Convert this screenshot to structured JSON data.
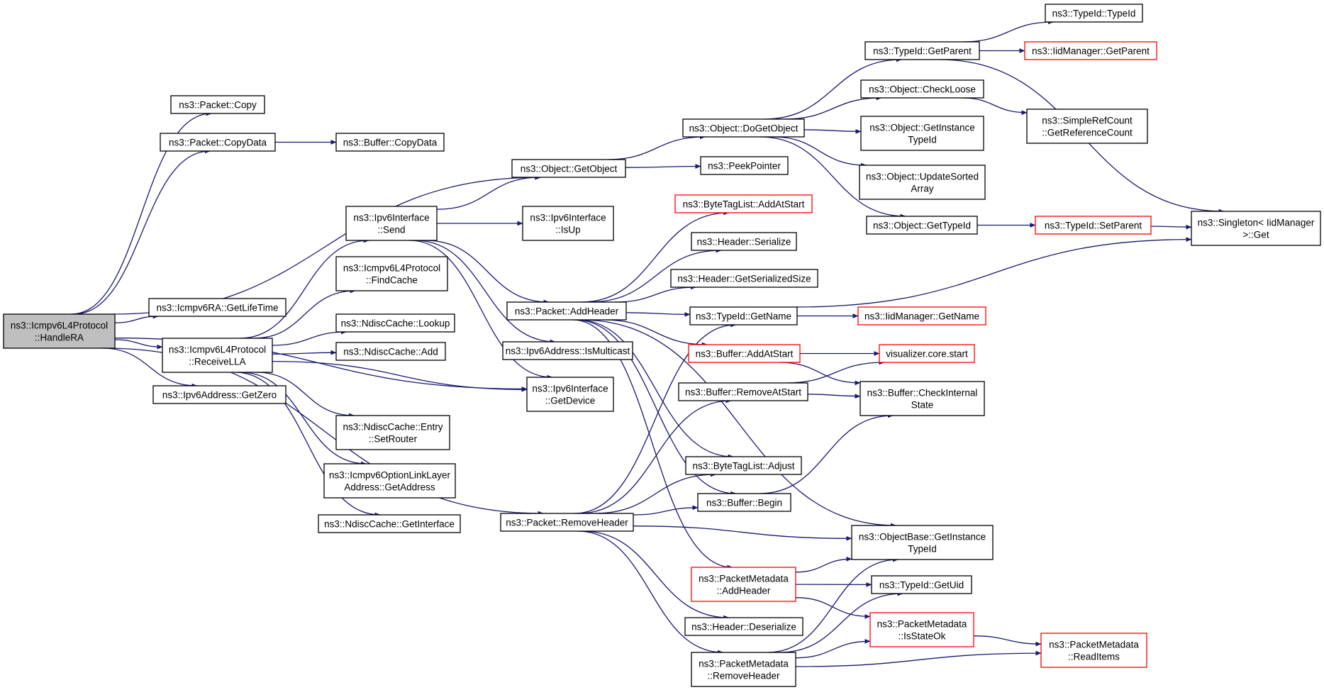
{
  "colors": {
    "edge": "#191970",
    "node_border": "#000000",
    "truncated_border": "#ff0000",
    "root_fill": "#bfbfbf"
  },
  "nodes": [
    {
      "id": "root",
      "lines": [
        "ns3::Icmpv6L4Protocol",
        "::HandleRA"
      ],
      "root": true
    },
    {
      "id": "pcopy",
      "lines": [
        "ns3::Packet::Copy"
      ]
    },
    {
      "id": "pcopydata",
      "lines": [
        "ns3::Packet::CopyData"
      ]
    },
    {
      "id": "bcopydata",
      "lines": [
        "ns3::Buffer::CopyData"
      ]
    },
    {
      "id": "getobject",
      "lines": [
        "ns3::Object::GetObject"
      ]
    },
    {
      "id": "ipv6send",
      "lines": [
        "ns3::Ipv6Interface",
        "::Send"
      ]
    },
    {
      "id": "ipv6isup",
      "lines": [
        "ns3::Ipv6Interface",
        "::IsUp"
      ]
    },
    {
      "id": "findcache",
      "lines": [
        "ns3::Icmpv6L4Protocol",
        "::FindCache"
      ]
    },
    {
      "id": "ralifetime",
      "lines": [
        "ns3::Icmpv6RA::GetLifeTime"
      ]
    },
    {
      "id": "lookup",
      "lines": [
        "ns3::NdiscCache::Lookup"
      ]
    },
    {
      "id": "receivella",
      "lines": [
        "ns3::Icmpv6L4Protocol",
        "::ReceiveLLA"
      ]
    },
    {
      "id": "ndadd",
      "lines": [
        "ns3::NdiscCache::Add"
      ]
    },
    {
      "id": "getzero",
      "lines": [
        "ns3::Ipv6Address::GetZero"
      ]
    },
    {
      "id": "setrouter",
      "lines": [
        "ns3::NdiscCache::Entry",
        "::SetRouter"
      ]
    },
    {
      "id": "optgetaddr",
      "lines": [
        "ns3::Icmpv6OptionLinkLayer",
        "Address::GetAddress"
      ]
    },
    {
      "id": "ndgetif",
      "lines": [
        "ns3::NdiscCache::GetInterface"
      ]
    },
    {
      "id": "paddheader",
      "lines": [
        "ns3::Packet::AddHeader"
      ]
    },
    {
      "id": "ismulticast",
      "lines": [
        "ns3::Ipv6Address::IsMulticast"
      ]
    },
    {
      "id": "getdevice",
      "lines": [
        "ns3::Ipv6Interface",
        "::GetDevice"
      ]
    },
    {
      "id": "premoveheader",
      "lines": [
        "ns3::Packet::RemoveHeader"
      ]
    },
    {
      "id": "dogetobject",
      "lines": [
        "ns3::Object::DoGetObject"
      ]
    },
    {
      "id": "peekpointer",
      "lines": [
        "ns3::PeekPointer"
      ]
    },
    {
      "id": "btladdatstart",
      "lines": [
        "ns3::ByteTagList::AddAtStart"
      ],
      "red": true
    },
    {
      "id": "hserialize",
      "lines": [
        "ns3::Header::Serialize"
      ]
    },
    {
      "id": "hgetsersize",
      "lines": [
        "ns3::Header::GetSerializedSize"
      ]
    },
    {
      "id": "tidgetname",
      "lines": [
        "ns3::TypeId::GetName"
      ]
    },
    {
      "id": "baddatstart",
      "lines": [
        "ns3::Buffer::AddAtStart"
      ],
      "red": true
    },
    {
      "id": "bremoveatstart",
      "lines": [
        "ns3::Buffer::RemoveAtStart"
      ]
    },
    {
      "id": "btladjust",
      "lines": [
        "ns3::ByteTagList::Adjust"
      ]
    },
    {
      "id": "bbegin",
      "lines": [
        "ns3::Buffer::Begin"
      ]
    },
    {
      "id": "pmaddheader",
      "lines": [
        "ns3::PacketMetadata",
        "::AddHeader"
      ],
      "red": true
    },
    {
      "id": "hdeserialize",
      "lines": [
        "ns3::Header::Deserialize"
      ]
    },
    {
      "id": "pmremoveheader",
      "lines": [
        "ns3::PacketMetadata",
        "::RemoveHeader"
      ]
    },
    {
      "id": "tidgetparent",
      "lines": [
        "ns3::TypeId::GetParent"
      ]
    },
    {
      "id": "checkloose",
      "lines": [
        "ns3::Object::CheckLoose"
      ]
    },
    {
      "id": "getinsttypeid",
      "lines": [
        "ns3::Object::GetInstance",
        "TypeId"
      ]
    },
    {
      "id": "updatesorted",
      "lines": [
        "ns3::Object::UpdateSorted",
        "Array"
      ]
    },
    {
      "id": "objgettypeid",
      "lines": [
        "ns3::Object::GetTypeId"
      ]
    },
    {
      "id": "iidgetname",
      "lines": [
        "ns3::IidManager::GetName"
      ],
      "red": true
    },
    {
      "id": "vizstart",
      "lines": [
        "visualizer.core.start"
      ],
      "red": true
    },
    {
      "id": "bcheckinternal",
      "lines": [
        "ns3::Buffer::CheckInternal",
        "State"
      ]
    },
    {
      "id": "obgetinsttypeid",
      "lines": [
        "ns3::ObjectBase::GetInstance",
        "TypeId"
      ]
    },
    {
      "id": "tidgetuid",
      "lines": [
        "ns3::TypeId::GetUid"
      ]
    },
    {
      "id": "pmisstateok",
      "lines": [
        "ns3::PacketMetadata",
        "::IsStateOk"
      ],
      "red": true
    },
    {
      "id": "tidtypeid",
      "lines": [
        "ns3::TypeId::TypeId"
      ]
    },
    {
      "id": "iidgetparent",
      "lines": [
        "ns3::IidManager::GetParent"
      ],
      "red": true
    },
    {
      "id": "srcgetrefcount",
      "lines": [
        "ns3::SimpleRefCount",
        "::GetReferenceCount"
      ]
    },
    {
      "id": "tidsetparent",
      "lines": [
        "ns3::TypeId::SetParent"
      ],
      "red": true
    },
    {
      "id": "pmreaditems",
      "lines": [
        "ns3::PacketMetadata",
        "::ReadItems"
      ],
      "red": true
    },
    {
      "id": "singletonget",
      "lines": [
        "ns3::Singleton< IidManager",
        ">::Get"
      ]
    }
  ],
  "edges": [
    [
      "root",
      "pcopy"
    ],
    [
      "root",
      "pcopydata"
    ],
    [
      "root",
      "getobject"
    ],
    [
      "root",
      "ralifetime"
    ],
    [
      "root",
      "receivella"
    ],
    [
      "root",
      "getzero"
    ],
    [
      "root",
      "getdevice"
    ],
    [
      "root",
      "premoveheader"
    ],
    [
      "pcopydata",
      "bcopydata"
    ],
    [
      "getobject",
      "dogetobject"
    ],
    [
      "getobject",
      "peekpointer"
    ],
    [
      "ipv6send",
      "getobject"
    ],
    [
      "ipv6send",
      "ipv6isup"
    ],
    [
      "ipv6send",
      "paddheader"
    ],
    [
      "ipv6send",
      "ismulticast"
    ],
    [
      "ipv6send",
      "getdevice"
    ],
    [
      "receivella",
      "ipv6send"
    ],
    [
      "receivella",
      "findcache"
    ],
    [
      "receivella",
      "lookup"
    ],
    [
      "receivella",
      "ndadd"
    ],
    [
      "receivella",
      "setrouter"
    ],
    [
      "receivella",
      "optgetaddr"
    ],
    [
      "receivella",
      "ndgetif"
    ],
    [
      "receivella",
      "getdevice"
    ],
    [
      "paddheader",
      "btladdatstart"
    ],
    [
      "paddheader",
      "hserialize"
    ],
    [
      "paddheader",
      "hgetsersize"
    ],
    [
      "paddheader",
      "tidgetname"
    ],
    [
      "paddheader",
      "baddatstart"
    ],
    [
      "paddheader",
      "btladjust"
    ],
    [
      "paddheader",
      "bbegin"
    ],
    [
      "paddheader",
      "obgetinsttypeid"
    ],
    [
      "paddheader",
      "pmaddheader"
    ],
    [
      "premoveheader",
      "tidgetname"
    ],
    [
      "premoveheader",
      "bremoveatstart"
    ],
    [
      "premoveheader",
      "btladjust"
    ],
    [
      "premoveheader",
      "bbegin"
    ],
    [
      "premoveheader",
      "obgetinsttypeid"
    ],
    [
      "premoveheader",
      "hdeserialize"
    ],
    [
      "premoveheader",
      "pmremoveheader"
    ],
    [
      "dogetobject",
      "tidgetparent"
    ],
    [
      "dogetobject",
      "checkloose"
    ],
    [
      "dogetobject",
      "getinsttypeid"
    ],
    [
      "dogetobject",
      "updatesorted"
    ],
    [
      "dogetobject",
      "objgettypeid"
    ],
    [
      "tidgetname",
      "iidgetname"
    ],
    [
      "tidgetname",
      "singletonget"
    ],
    [
      "baddatstart",
      "vizstart"
    ],
    [
      "baddatstart",
      "bcheckinternal"
    ],
    [
      "bremoveatstart",
      "vizstart"
    ],
    [
      "bremoveatstart",
      "bcheckinternal"
    ],
    [
      "bbegin",
      "bcheckinternal"
    ],
    [
      "pmaddheader",
      "obgetinsttypeid"
    ],
    [
      "pmaddheader",
      "tidgetuid"
    ],
    [
      "pmaddheader",
      "pmisstateok"
    ],
    [
      "pmremoveheader",
      "obgetinsttypeid"
    ],
    [
      "pmremoveheader",
      "tidgetuid"
    ],
    [
      "pmremoveheader",
      "pmisstateok"
    ],
    [
      "pmremoveheader",
      "pmreaditems"
    ],
    [
      "pmisstateok",
      "pmreaditems"
    ],
    [
      "tidgetparent",
      "tidtypeid"
    ],
    [
      "tidgetparent",
      "iidgetparent"
    ],
    [
      "tidgetparent",
      "singletonget"
    ],
    [
      "checkloose",
      "srcgetrefcount"
    ],
    [
      "objgettypeid",
      "tidsetparent"
    ],
    [
      "tidsetparent",
      "singletonget"
    ]
  ]
}
